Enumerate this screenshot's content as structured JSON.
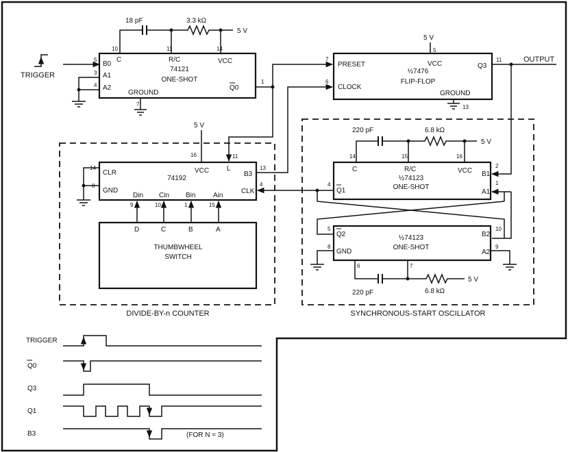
{
  "title": "",
  "supply": "5 V",
  "trigger_label": "TRIGGER",
  "output_label": "OUTPUT",
  "chip_74121": {
    "name": "74121",
    "type": "ONE-SHOT",
    "pins": {
      "b0": "B0",
      "a1": "A1",
      "a2": "A2",
      "c": "C",
      "rc": "R/C",
      "vcc": "VCC",
      "q0bar": "Q0",
      "ground": "GROUND"
    },
    "pin_numbers": {
      "b0": "5",
      "a1": "3",
      "a2": "4",
      "c": "10",
      "rc": "11",
      "vcc": "14",
      "q0bar": "1",
      "ground": "7"
    },
    "capacitor": "18 pF",
    "resistor": "3.3 kΩ"
  },
  "chip_7476": {
    "name": "½7476",
    "type": "FLIP-FLOP",
    "pins": {
      "preset": "PRESET",
      "clock": "CLOCK",
      "vcc": "VCC",
      "q3": "Q3",
      "ground": "GROUND"
    },
    "pin_numbers": {
      "preset": "7",
      "clock": "6",
      "vcc": "5",
      "q3": "11",
      "ground": "13"
    }
  },
  "chip_74192": {
    "name": "74192",
    "pins": {
      "clr": "CLR",
      "gnd": "GND",
      "vcc": "VCC",
      "l": "L",
      "b3": "B3",
      "clk": "CLK",
      "d": "Din",
      "c": "Cin",
      "b": "Bin",
      "a": "Ain"
    },
    "pin_numbers": {
      "clr": "14",
      "gnd": "8",
      "vcc": "16",
      "l": "11",
      "b3": "13",
      "clk": "4",
      "d": "9",
      "c": "10",
      "b": "1",
      "a": "15"
    }
  },
  "thumbwheel": {
    "line1": "THUMBWHEEL",
    "line2": "SWITCH",
    "outputs": [
      "D",
      "C",
      "B",
      "A"
    ]
  },
  "chip_74123_top": {
    "name": "½74123",
    "type": "ONE-SHOT",
    "pins": {
      "c": "C",
      "rc": "R/C",
      "vcc": "VCC",
      "b1": "B1",
      "a1": "A1",
      "q1bar": "Q1"
    },
    "pin_numbers": {
      "c": "14",
      "rc": "15",
      "vcc": "16",
      "b1": "2",
      "a1": "1",
      "q1bar": "4"
    },
    "capacitor": "220 pF",
    "resistor": "6.8 kΩ"
  },
  "chip_74123_bottom": {
    "name": "½74123",
    "type": "ONE-SHOT",
    "pins": {
      "q2bar": "Q2",
      "gnd": "GND",
      "b2": "B2",
      "a2": "A2"
    },
    "pin_numbers": {
      "q2bar": "5",
      "gnd": "8",
      "b2": "10",
      "a2": "9",
      "c": "6",
      "rc": "7"
    },
    "capacitor": "220 pF",
    "resistor": "6.8 kΩ"
  },
  "group_labels": {
    "counter": "DIVIDE-BY-n COUNTER",
    "oscillator": "SYNCHRONOUS-START OSCILLATOR"
  },
  "timing": {
    "signals": [
      "TRIGGER",
      "Q0",
      "Q3",
      "Q1",
      "B3"
    ],
    "note": "(FOR N = 3)"
  }
}
